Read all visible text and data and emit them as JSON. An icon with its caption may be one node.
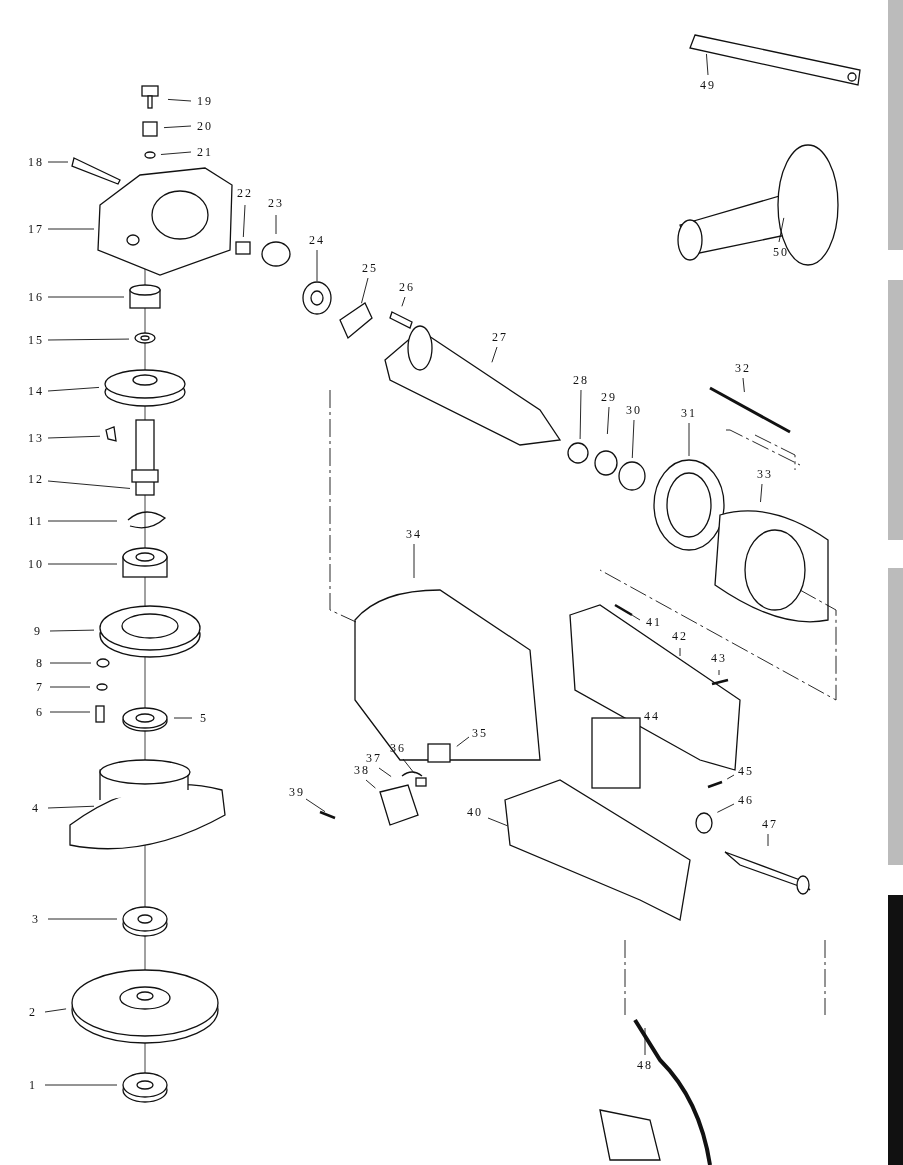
{
  "diagram": {
    "nodes": [
      {
        "text": [
          "1"
        ]
      },
      {
        "text": [
          "2"
        ]
      },
      {
        "text": [
          "3"
        ]
      },
      {
        "text": [
          "4"
        ]
      },
      {
        "text": [
          "5"
        ]
      },
      {
        "text": [
          "6"
        ]
      },
      {
        "text": [
          "7"
        ]
      },
      {
        "text": [
          "8"
        ]
      },
      {
        "text": [
          "9"
        ]
      },
      {
        "text": [
          "10"
        ]
      },
      {
        "text": [
          "11"
        ]
      },
      {
        "text": [
          "12"
        ]
      },
      {
        "text": [
          "13"
        ]
      },
      {
        "text": [
          "14"
        ]
      },
      {
        "text": [
          "15"
        ]
      },
      {
        "text": [
          "16"
        ]
      },
      {
        "text": [
          "17"
        ]
      },
      {
        "text": [
          "18"
        ]
      },
      {
        "text": [
          "19"
        ]
      },
      {
        "text": [
          "20"
        ]
      },
      {
        "text": [
          "21"
        ]
      },
      {
        "text": [
          "22"
        ]
      },
      {
        "text": [
          "23"
        ]
      },
      {
        "text": [
          "24"
        ]
      },
      {
        "text": [
          "25"
        ]
      },
      {
        "text": [
          "26"
        ]
      },
      {
        "text": [
          "27"
        ]
      },
      {
        "text": [
          "28"
        ]
      },
      {
        "text": [
          "29"
        ]
      },
      {
        "text": [
          "30"
        ]
      },
      {
        "text": [
          "31"
        ]
      },
      {
        "text": [
          "32"
        ]
      },
      {
        "text": [
          "33"
        ]
      },
      {
        "text": [
          "34"
        ]
      },
      {
        "text": [
          "35"
        ]
      },
      {
        "text": [
          "36"
        ]
      },
      {
        "text": [
          "37"
        ]
      },
      {
        "text": [
          "38"
        ]
      },
      {
        "text": [
          "39"
        ]
      },
      {
        "text": [
          "40"
        ]
      },
      {
        "text": [
          "41"
        ]
      },
      {
        "text": [
          "42"
        ]
      },
      {
        "text": [
          "43"
        ]
      },
      {
        "text": [
          "45"
        ]
      },
      {
        "text": [
          "46"
        ]
      },
      {
        "text": [
          "47"
        ]
      },
      {
        "text": [
          "48"
        ]
      },
      {
        "text": [
          "49"
        ]
      },
      {
        "text": [
          "50"
        ]
      }
    ],
    "edges": [
      {
        "from": 0,
        "to": null,
        "arrow": "none"
      },
      {
        "from": 1,
        "to": null,
        "arrow": "none"
      },
      {
        "from": 2,
        "to": null,
        "arrow": "none"
      },
      {
        "from": 3,
        "to": null,
        "arrow": "none"
      },
      {
        "from": 4,
        "to": null,
        "arrow": "none"
      },
      {
        "from": 5,
        "to": null,
        "arrow": "none"
      },
      {
        "from": 6,
        "to": null,
        "arrow": "none"
      },
      {
        "from": 7,
        "to": null,
        "arrow": "none"
      },
      {
        "from": 8,
        "to": null,
        "arrow": "none"
      },
      {
        "from": 9,
        "to": null,
        "arrow": "none"
      },
      {
        "from": 10,
        "to": null,
        "arrow": "none"
      },
      {
        "from": 11,
        "to": null,
        "arrow": "none"
      },
      {
        "from": 12,
        "to": null,
        "arrow": "none"
      },
      {
        "from": 13,
        "to": null,
        "arrow": "none"
      },
      {
        "from": 14,
        "to": null,
        "arrow": "none"
      },
      {
        "from": 15,
        "to": null,
        "arrow": "none"
      },
      {
        "from": 16,
        "to": null,
        "arrow": "none"
      },
      {
        "from": 17,
        "to": null,
        "arrow": "none"
      },
      {
        "from": 18,
        "to": null,
        "arrow": "none"
      },
      {
        "from": 19,
        "to": null,
        "arrow": "none"
      },
      {
        "from": 20,
        "to": null,
        "arrow": "none"
      },
      {
        "from": 21,
        "to": null,
        "arrow": "none"
      },
      {
        "from": 22,
        "to": null,
        "arrow": "none"
      },
      {
        "from": 23,
        "to": null,
        "arrow": "none"
      },
      {
        "from": 24,
        "to": null,
        "arrow": "none"
      },
      {
        "from": 25,
        "to": null,
        "arrow": "none"
      },
      {
        "from": 26,
        "to": null,
        "arrow": "none"
      },
      {
        "from": 27,
        "to": null,
        "arrow": "none"
      },
      {
        "from": 28,
        "to": null,
        "arrow": "none"
      },
      {
        "from": 29,
        "to": null,
        "arrow": "none"
      },
      {
        "from": 30,
        "to": null,
        "arrow": "none"
      },
      {
        "from": 31,
        "to": null,
        "arrow": "none"
      },
      {
        "from": 32,
        "to": null,
        "arrow": "none"
      },
      {
        "from": 33,
        "to": null,
        "arrow": "none"
      },
      {
        "from": 34,
        "to": null,
        "arrow": "none"
      },
      {
        "from": 35,
        "to": null,
        "arrow": "none"
      },
      {
        "from": 36,
        "to": null,
        "arrow": "none"
      },
      {
        "from": 37,
        "to": null,
        "arrow": "none"
      },
      {
        "from": 38,
        "to": null,
        "arrow": "none"
      },
      {
        "from": 39,
        "to": null,
        "arrow": "none"
      },
      {
        "from": 40,
        "to": null,
        "arrow": "none"
      },
      {
        "from": 41,
        "to": null,
        "arrow": "none"
      },
      {
        "from": 42,
        "to": null,
        "arrow": "none"
      },
      {
        "from": 43,
        "to": null,
        "arrow": "none"
      },
      {
        "from": 44,
        "to": null,
        "arrow": "none"
      },
      {
        "from": 45,
        "to": null,
        "arrow": "none"
      },
      {
        "from": 46,
        "to": null,
        "arrow": "none"
      },
      {
        "from": 47,
        "to": null,
        "arrow": "none"
      },
      {
        "from": 48,
        "to": null,
        "arrow": "none"
      }
    ],
    "labels": [
      "44"
    ]
  }
}
